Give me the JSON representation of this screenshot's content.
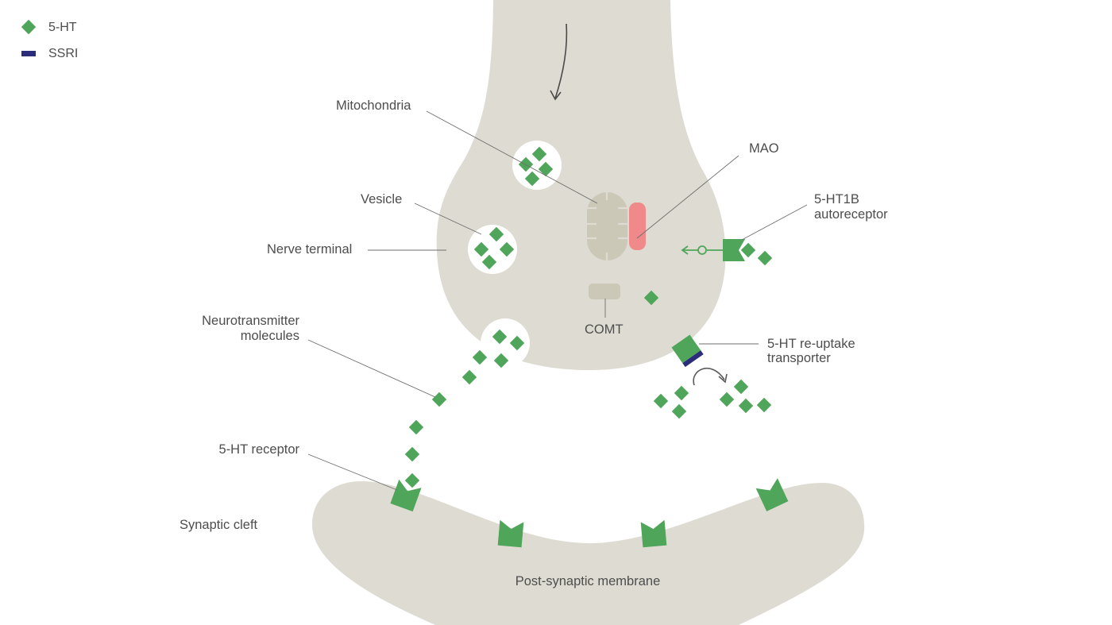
{
  "legend": {
    "items": [
      {
        "label": "5-HT",
        "icon": "serotonin-diamond-icon"
      },
      {
        "label": "SSRI",
        "icon": "ssri-bar-icon"
      }
    ]
  },
  "labels": {
    "mitochondria": "Mitochondria",
    "mao": "MAO",
    "vesicle": "Vesicle",
    "autoreceptor_line1": "5-HT1B",
    "autoreceptor_line2": "autoreceptor",
    "nerve_terminal": "Nerve terminal",
    "comt": "COMT",
    "neurotransmitter_line1": "Neurotransmitter",
    "neurotransmitter_line2": "molecules",
    "reuptake_line1": "5-HT re-uptake",
    "reuptake_line2": "transporter",
    "receptor": "5-HT receptor",
    "synaptic_cleft": "Synaptic cleft",
    "post_synaptic": "Post-synaptic membrane"
  },
  "colors": {
    "membrane": "#dedcd2",
    "organelle": "#cbc8b8",
    "serotonin": "#4fa55a",
    "ssri": "#2b2d7a",
    "mao": "#f08a8a",
    "text": "#4d4d4d"
  }
}
